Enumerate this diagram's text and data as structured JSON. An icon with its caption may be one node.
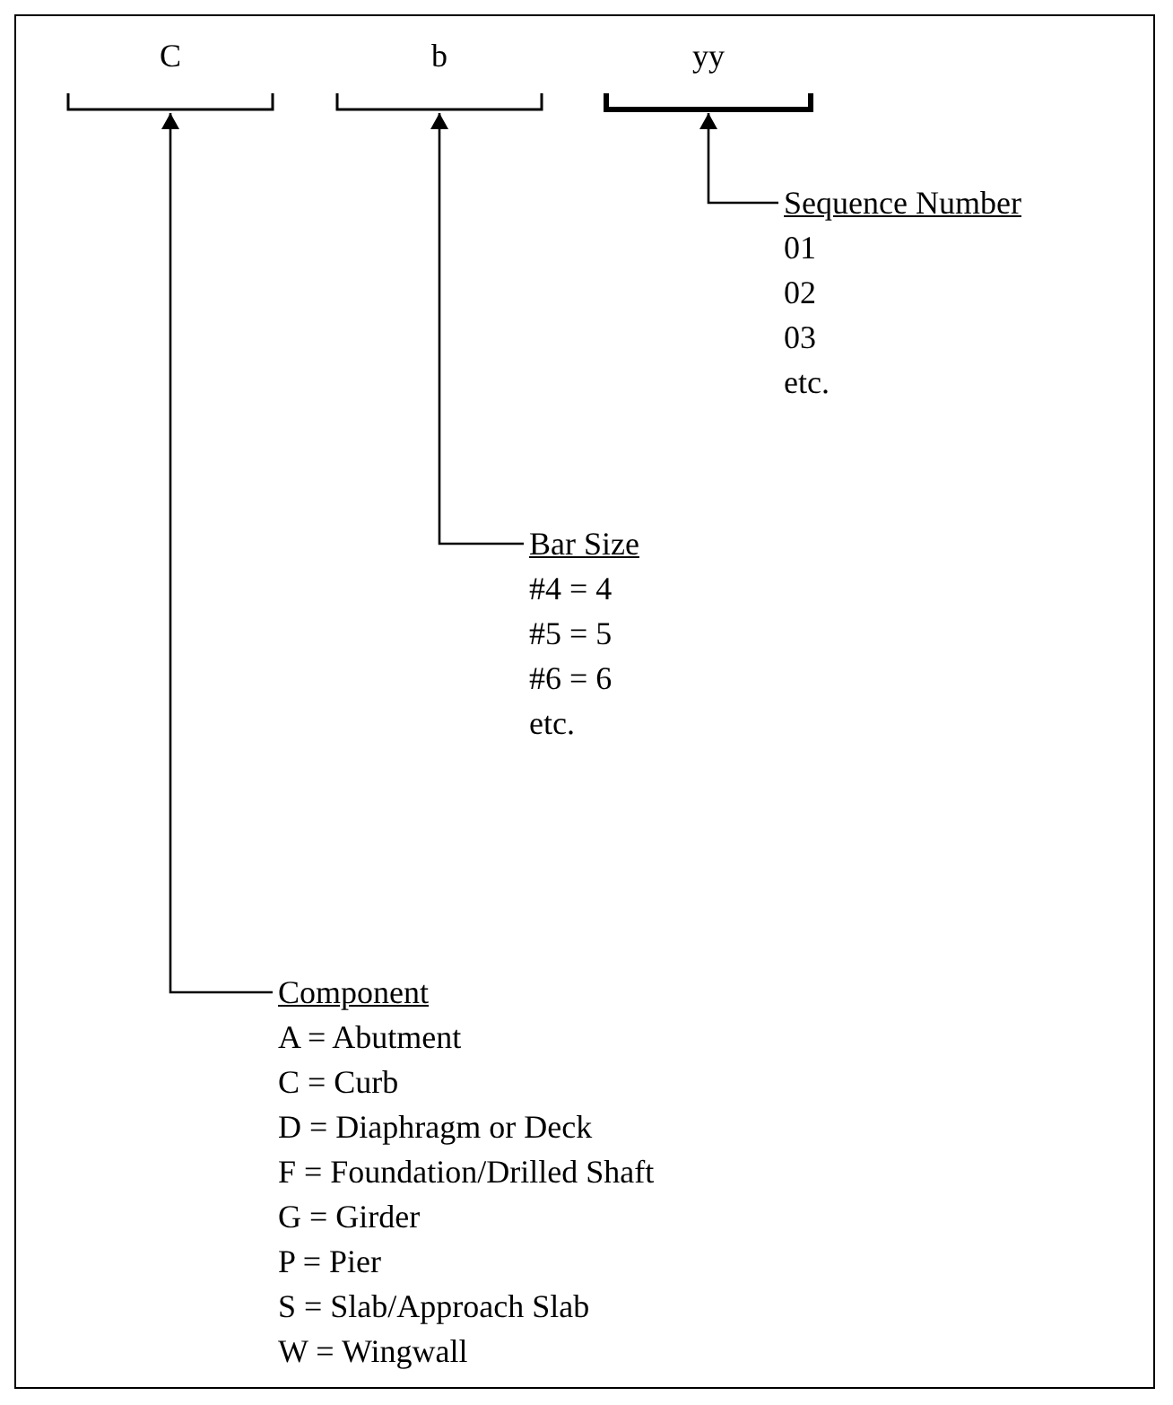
{
  "diagram": {
    "nodes": [
      {
        "text": [
          "C"
        ]
      },
      {
        "text": [
          "b"
        ]
      },
      {
        "text": [
          "yy"
        ]
      },
      {
        "text": [
          "Sequence Number",
          "01",
          "02",
          "03",
          "etc."
        ]
      },
      {
        "text": [
          "Bar Size",
          "#4 = 4",
          "#5 = 5",
          "#6 = 6",
          "etc."
        ]
      },
      {
        "text": [
          "Component",
          "A = Abutment",
          "C = Curb",
          "D = Diaphragm or Deck",
          "F = Foundation/Drilled Shaft",
          "G = Girder",
          "P = Pier",
          "S = Slab/Approach Slab",
          "W = Wingwall"
        ]
      }
    ],
    "edges": [
      {
        "from": 3,
        "to": 2,
        "arrow": "to"
      },
      {
        "from": 4,
        "to": 1,
        "arrow": "to"
      },
      {
        "from": 5,
        "to": 0,
        "arrow": "to"
      }
    ]
  }
}
